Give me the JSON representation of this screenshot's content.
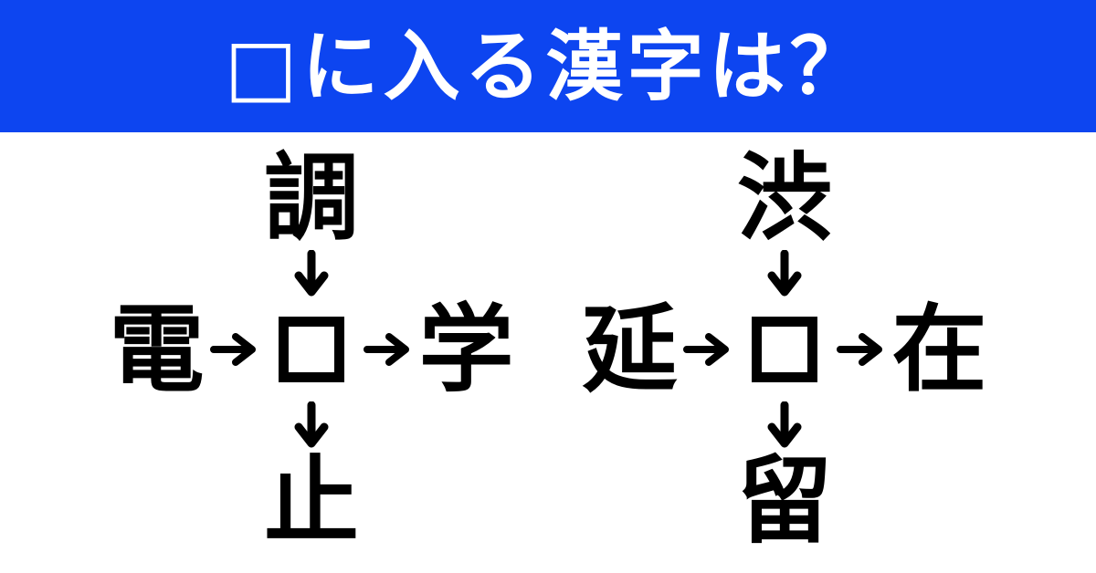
{
  "header": {
    "title": "□に入る漢字は？"
  },
  "colors": {
    "header_background": "#0d45f0",
    "header_text": "#ffffff",
    "puzzle_text": "#000000",
    "page_background": "#ffffff"
  },
  "icons": {
    "down_arrow": "↓",
    "right_arrow": "→"
  },
  "puzzles": [
    {
      "name": "left-puzzle",
      "top": "調",
      "left": "電",
      "right": "学",
      "bottom": "止",
      "center_blank": "□"
    },
    {
      "name": "right-puzzle",
      "top": "渋",
      "left": "延",
      "right": "在",
      "bottom": "留",
      "center_blank": "□"
    }
  ]
}
